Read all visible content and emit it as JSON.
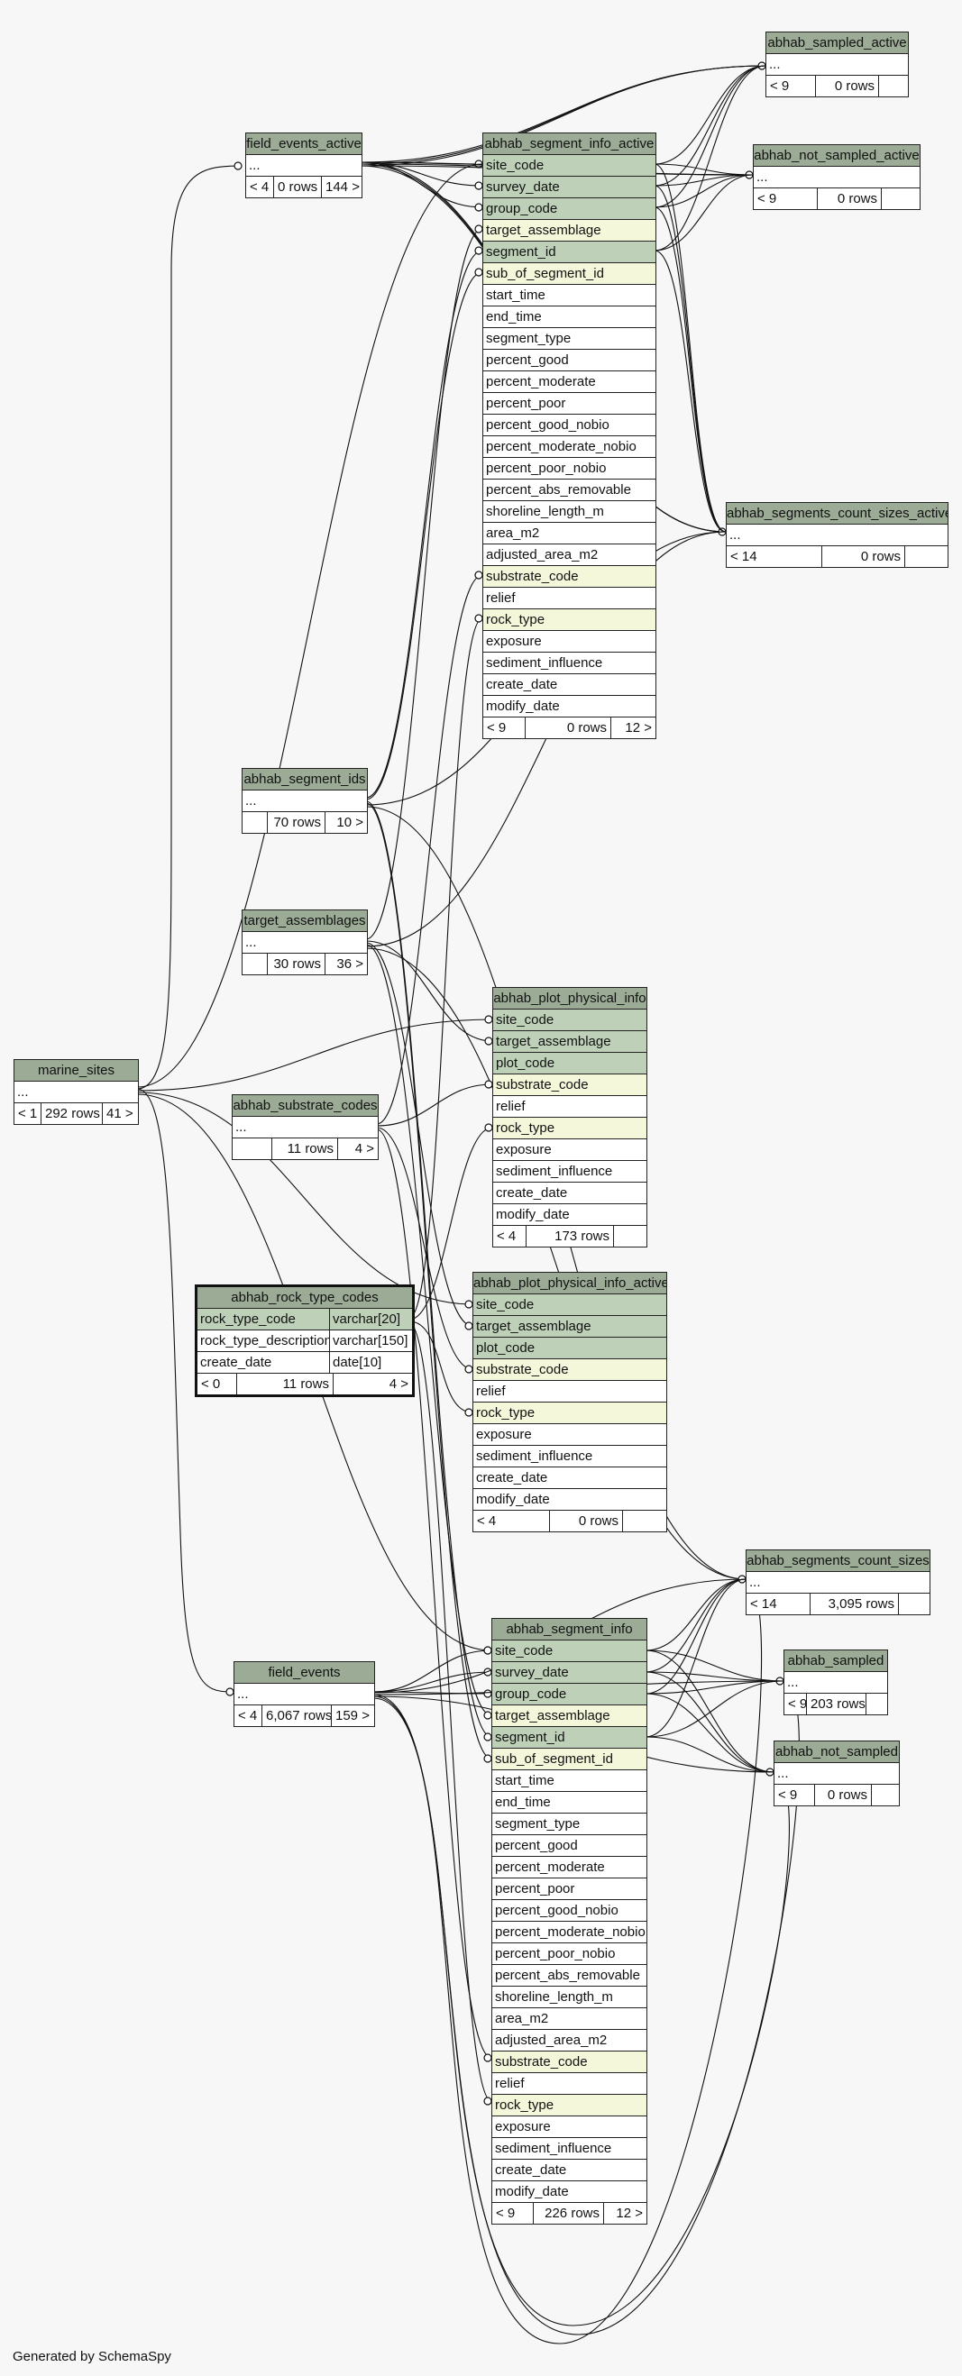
{
  "generated_by": "Generated by SchemaSpy",
  "tables": {
    "field_events_active": {
      "name": "field_events_active",
      "body": "...",
      "footer": [
        "< 4",
        "0 rows",
        "144 >"
      ]
    },
    "abhab_segment_info_active": {
      "name": "abhab_segment_info_active",
      "columns": [
        {
          "name": "site_code",
          "kind": "pk"
        },
        {
          "name": "survey_date",
          "kind": "pk"
        },
        {
          "name": "group_code",
          "kind": "pk"
        },
        {
          "name": "target_assemblage",
          "kind": "fk"
        },
        {
          "name": "segment_id",
          "kind": "pk"
        },
        {
          "name": "sub_of_segment_id",
          "kind": "fk"
        },
        {
          "name": "start_time",
          "kind": "plain"
        },
        {
          "name": "end_time",
          "kind": "plain"
        },
        {
          "name": "segment_type",
          "kind": "plain"
        },
        {
          "name": "percent_good",
          "kind": "plain"
        },
        {
          "name": "percent_moderate",
          "kind": "plain"
        },
        {
          "name": "percent_poor",
          "kind": "plain"
        },
        {
          "name": "percent_good_nobio",
          "kind": "plain"
        },
        {
          "name": "percent_moderate_nobio",
          "kind": "plain"
        },
        {
          "name": "percent_poor_nobio",
          "kind": "plain"
        },
        {
          "name": "percent_abs_removable",
          "kind": "plain"
        },
        {
          "name": "shoreline_length_m",
          "kind": "plain"
        },
        {
          "name": "area_m2",
          "kind": "plain"
        },
        {
          "name": "adjusted_area_m2",
          "kind": "plain"
        },
        {
          "name": "substrate_code",
          "kind": "fk"
        },
        {
          "name": "relief",
          "kind": "plain"
        },
        {
          "name": "rock_type",
          "kind": "fk"
        },
        {
          "name": "exposure",
          "kind": "plain"
        },
        {
          "name": "sediment_influence",
          "kind": "plain"
        },
        {
          "name": "create_date",
          "kind": "plain"
        },
        {
          "name": "modify_date",
          "kind": "plain"
        }
      ],
      "footer": [
        "< 9",
        "0 rows",
        "12 >"
      ]
    },
    "abhab_sampled_active": {
      "name": "abhab_sampled_active",
      "body": "...",
      "footer": [
        "< 9",
        "0 rows",
        ""
      ]
    },
    "abhab_not_sampled_active": {
      "name": "abhab_not_sampled_active",
      "body": "...",
      "footer": [
        "< 9",
        "0 rows",
        ""
      ]
    },
    "abhab_segments_count_sizes_active": {
      "name": "abhab_segments_count_sizes_active",
      "body": "...",
      "footer": [
        "< 14",
        "0 rows",
        ""
      ]
    },
    "abhab_segment_ids": {
      "name": "abhab_segment_ids",
      "body": "...",
      "footer": [
        "",
        "70 rows",
        "10 >"
      ]
    },
    "target_assemblages": {
      "name": "target_assemblages",
      "body": "...",
      "footer": [
        "",
        "30 rows",
        "36 >"
      ]
    },
    "marine_sites": {
      "name": "marine_sites",
      "body": "...",
      "footer": [
        "< 1",
        "292 rows",
        "41 >"
      ]
    },
    "abhab_substrate_codes": {
      "name": "abhab_substrate_codes",
      "body": "...",
      "footer": [
        "",
        "11 rows",
        "4 >"
      ]
    },
    "abhab_plot_physical_info": {
      "name": "abhab_plot_physical_info",
      "columns": [
        {
          "name": "site_code",
          "kind": "pk"
        },
        {
          "name": "target_assemblage",
          "kind": "pk"
        },
        {
          "name": "plot_code",
          "kind": "pk"
        },
        {
          "name": "substrate_code",
          "kind": "fk"
        },
        {
          "name": "relief",
          "kind": "plain"
        },
        {
          "name": "rock_type",
          "kind": "fk"
        },
        {
          "name": "exposure",
          "kind": "plain"
        },
        {
          "name": "sediment_influence",
          "kind": "plain"
        },
        {
          "name": "create_date",
          "kind": "plain"
        },
        {
          "name": "modify_date",
          "kind": "plain"
        }
      ],
      "footer": [
        "< 4",
        "173 rows",
        ""
      ]
    },
    "abhab_rock_type_codes": {
      "name": "abhab_rock_type_codes",
      "rows": [
        {
          "name": "rock_type_code",
          "type": "varchar[20]",
          "kind": "pk"
        },
        {
          "name": "rock_type_description",
          "type": "varchar[150]",
          "kind": "plain"
        },
        {
          "name": "create_date",
          "type": "date[10]",
          "kind": "plain"
        }
      ],
      "footer": [
        "< 0",
        "11 rows",
        "4 >"
      ]
    },
    "abhab_plot_physical_info_active": {
      "name": "abhab_plot_physical_info_active",
      "columns": [
        {
          "name": "site_code",
          "kind": "pk"
        },
        {
          "name": "target_assemblage",
          "kind": "pk"
        },
        {
          "name": "plot_code",
          "kind": "pk"
        },
        {
          "name": "substrate_code",
          "kind": "fk"
        },
        {
          "name": "relief",
          "kind": "plain"
        },
        {
          "name": "rock_type",
          "kind": "fk"
        },
        {
          "name": "exposure",
          "kind": "plain"
        },
        {
          "name": "sediment_influence",
          "kind": "plain"
        },
        {
          "name": "create_date",
          "kind": "plain"
        },
        {
          "name": "modify_date",
          "kind": "plain"
        }
      ],
      "footer": [
        "< 4",
        "0 rows",
        ""
      ]
    },
    "abhab_segments_count_sizes": {
      "name": "abhab_segments_count_sizes",
      "body": "...",
      "footer": [
        "< 14",
        "3,095 rows",
        ""
      ]
    },
    "field_events": {
      "name": "field_events",
      "body": "...",
      "footer": [
        "< 4",
        "6,067 rows",
        "159 >"
      ]
    },
    "abhab_segment_info": {
      "name": "abhab_segment_info",
      "columns": [
        {
          "name": "site_code",
          "kind": "pk"
        },
        {
          "name": "survey_date",
          "kind": "pk"
        },
        {
          "name": "group_code",
          "kind": "pk"
        },
        {
          "name": "target_assemblage",
          "kind": "fk"
        },
        {
          "name": "segment_id",
          "kind": "pk"
        },
        {
          "name": "sub_of_segment_id",
          "kind": "fk"
        },
        {
          "name": "start_time",
          "kind": "plain"
        },
        {
          "name": "end_time",
          "kind": "plain"
        },
        {
          "name": "segment_type",
          "kind": "plain"
        },
        {
          "name": "percent_good",
          "kind": "plain"
        },
        {
          "name": "percent_moderate",
          "kind": "plain"
        },
        {
          "name": "percent_poor",
          "kind": "plain"
        },
        {
          "name": "percent_good_nobio",
          "kind": "plain"
        },
        {
          "name": "percent_moderate_nobio",
          "kind": "plain"
        },
        {
          "name": "percent_poor_nobio",
          "kind": "plain"
        },
        {
          "name": "percent_abs_removable",
          "kind": "plain"
        },
        {
          "name": "shoreline_length_m",
          "kind": "plain"
        },
        {
          "name": "area_m2",
          "kind": "plain"
        },
        {
          "name": "adjusted_area_m2",
          "kind": "plain"
        },
        {
          "name": "substrate_code",
          "kind": "fk"
        },
        {
          "name": "relief",
          "kind": "plain"
        },
        {
          "name": "rock_type",
          "kind": "fk"
        },
        {
          "name": "exposure",
          "kind": "plain"
        },
        {
          "name": "sediment_influence",
          "kind": "plain"
        },
        {
          "name": "create_date",
          "kind": "plain"
        },
        {
          "name": "modify_date",
          "kind": "plain"
        }
      ],
      "footer": [
        "< 9",
        "226 rows",
        "12 >"
      ]
    },
    "abhab_sampled": {
      "name": "abhab_sampled",
      "body": "...",
      "footer": [
        "< 9",
        "203 rows",
        ""
      ]
    },
    "abhab_not_sampled": {
      "name": "abhab_not_sampled",
      "body": "...",
      "footer": [
        "< 9",
        "0 rows",
        ""
      ]
    }
  },
  "colors": {
    "header": "#9bab96",
    "primary_key": "#bed1b8",
    "foreign_key": "#f4f7da",
    "background": "#f7f7f7",
    "edge": "#111111"
  }
}
